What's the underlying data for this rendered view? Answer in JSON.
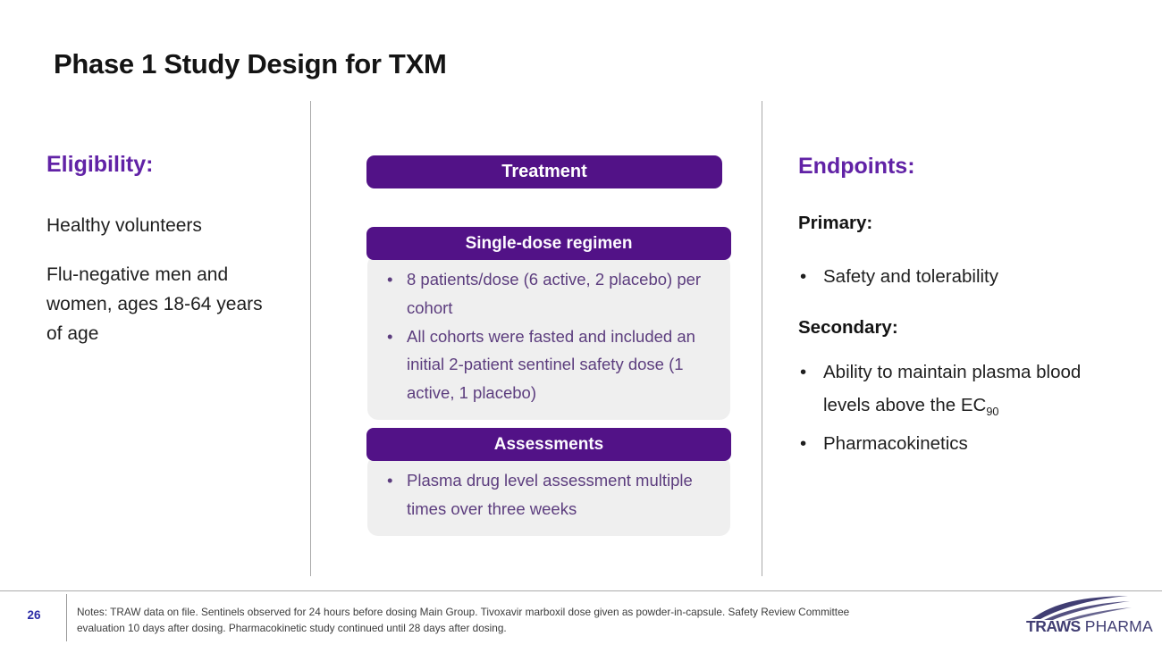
{
  "title": "Phase 1 Study Design for TXM",
  "eligibility": {
    "heading": "Eligibility:",
    "items": [
      "Healthy volunteers",
      "Flu-negative men and women, ages 18-64 years of age"
    ]
  },
  "treatment": {
    "header": "Treatment",
    "sections": [
      {
        "title": "Single-dose regimen",
        "bullets": [
          "8 patients/dose (6 active, 2 placebo) per cohort",
          "All cohorts were fasted and included an initial 2-patient sentinel safety dose (1 active, 1 placebo)"
        ]
      },
      {
        "title": "Assessments",
        "bullets": [
          "Plasma drug level assessment multiple times over three weeks"
        ]
      }
    ]
  },
  "endpoints": {
    "heading": "Endpoints:",
    "primary": {
      "label": "Primary:",
      "bullets": [
        "Safety and tolerability"
      ]
    },
    "secondary": {
      "label": "Secondary:",
      "bullets": [
        {
          "text": "Ability to maintain plasma blood levels above the EC",
          "subscript": "90"
        },
        {
          "text": "Pharmacokinetics",
          "subscript": ""
        }
      ]
    }
  },
  "footer": {
    "page_number": "26",
    "notes_lines": [
      "Notes: TRAW data on file. Sentinels observed for 24 hours before dosing Main Group. Tivoxavir marboxil dose given as powder-in-capsule. Safety Review Committee",
      "evaluation 10 days after dosing. Pharmacokinetic study continued until 28 days after dosing."
    ],
    "logo": {
      "primary": "TRAWS",
      "secondary": "PHARMA"
    }
  },
  "colors": {
    "bar_purple": "#521287",
    "heading_purple": "#6122a6",
    "bullet_purple": "#5c3d7e",
    "box_gray": "#efefef",
    "page_number_blue": "#2b2ba6",
    "logo_navy": "#413e73"
  }
}
